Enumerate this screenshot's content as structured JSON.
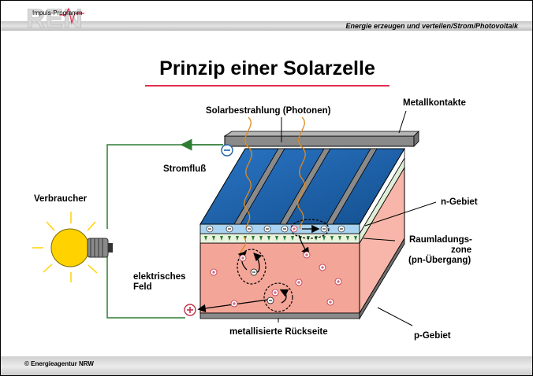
{
  "header": {
    "logo_text": "Impuls-Programm",
    "title": "Energie erzeugen und verteilen/Strom/Photovoltaik"
  },
  "main_title": "Prinzip einer Solarzelle",
  "labels": {
    "photons": "Solarbestrahlung (Photonen)",
    "metal_contacts": "Metallkontakte",
    "current_flow": "Stromfluß",
    "consumer": "Verbraucher",
    "n_region": "n-Gebiet",
    "space_charge_1": "Raumladungs-",
    "space_charge_2": "zone",
    "space_charge_3": "(pn-Übergang)",
    "electric_field_1": "elektrisches",
    "electric_field_2": "Feld",
    "back_side": "metallisierte Rückseite",
    "p_region": "p-Gebiet"
  },
  "footer": {
    "copyright": "© Energieagentur NRW"
  },
  "symbols": {
    "minus": "−",
    "plus": "+"
  },
  "colors": {
    "n_layer": "#1c5fa8",
    "p_layer": "#f2a296",
    "title_underline": "#e03050",
    "wire": "#2e7d32",
    "contact": "#8a8a8a",
    "bulb": "#ffd200",
    "photon": "#e08a1e"
  }
}
